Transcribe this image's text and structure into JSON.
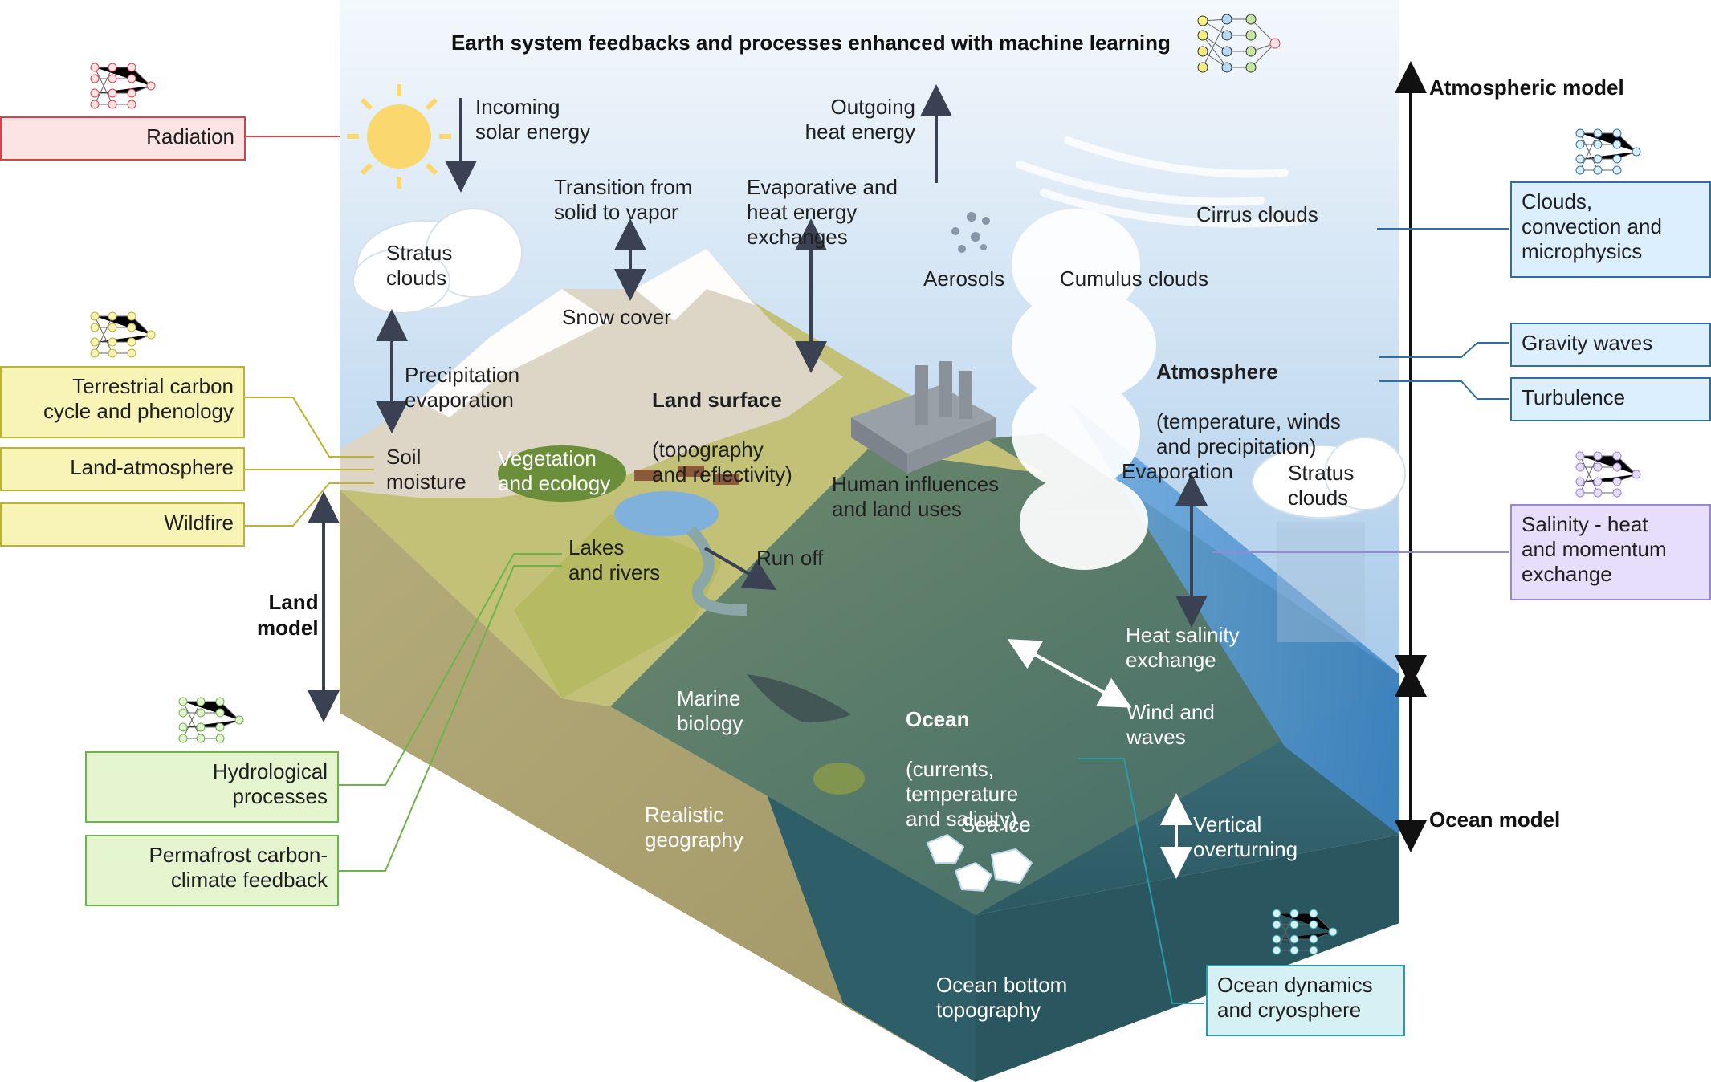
{
  "title": "Earth system feedbacks and processes enhanced with machine learning",
  "scene_labels": {
    "incoming_solar": "Incoming\nsolar energy",
    "outgoing_heat": "Outgoing\nheat energy",
    "transition": "Transition from\nsolid to vapor",
    "evaporative": "Evaporative and\nheat energy\nexchanges",
    "aerosols": "Aerosols",
    "cirrus": "Cirrus clouds",
    "cumulus": "Cumulus clouds",
    "stratus_left": "Stratus\nclouds",
    "snow_cover": "Snow cover",
    "precipitation": "Precipitation\nevaporation",
    "land_surface_title": "Land surface",
    "land_surface_detail": "(topography\nand reflectivity)",
    "atmosphere_title": "Atmosphere",
    "atmosphere_detail": "(temperature, winds\nand precipitation)",
    "soil_moisture": "Soil\nmoisture",
    "vegetation": "Vegetation\nand ecology",
    "human": "Human influences\nand land uses",
    "evaporation": "Evaporation",
    "stratus_right": "Stratus\nclouds",
    "lakes": "Lakes\nand rivers",
    "runoff": "Run off",
    "heat_salinity": "Heat salinity\nexchange",
    "marine": "Marine\nbiology",
    "ocean_title": "Ocean",
    "ocean_detail": "(currents,\ntemperature\nand salinity)",
    "wind_waves": "Wind and\nwaves",
    "realistic": "Realistic\ngeography",
    "sea_ice": "Sea ice",
    "vertical": "Vertical\noverturning",
    "ocean_bottom": "Ocean bottom\ntopography"
  },
  "axes": {
    "atmospheric_model": "Atmospheric model",
    "ocean_model": "Ocean model",
    "land_model": "Land\nmodel"
  },
  "ml_boxes": {
    "radiation": "Radiation",
    "terrestrial_carbon": "Terrestrial carbon\ncycle and phenology",
    "land_atmosphere": "Land-atmosphere",
    "wildfire": "Wildfire",
    "hydrological": "Hydrological\nprocesses",
    "permafrost": "Permafrost carbon-\nclimate feedback",
    "clouds": "Clouds,\nconvection and\nmicrophysics",
    "gravity_waves": "Gravity waves",
    "turbulence": "Turbulence",
    "salinity": "Salinity - heat\nand momentum\nexchange",
    "ocean_dynamics": "Ocean dynamics\nand cryosphere"
  },
  "colors": {
    "radiation": "#d9404a",
    "land": "#bcb332",
    "hydro": "#6bb34a",
    "atmos": "#2f6e9e",
    "salinity": "#9a86d6",
    "ocean": "#2c9aa8"
  },
  "icons": [
    "neural-network-icon",
    "sun-icon",
    "cloud-icon",
    "factory-icon",
    "shark-icon",
    "turtle-icon",
    "deer-icon",
    "sea-ice-icon"
  ]
}
